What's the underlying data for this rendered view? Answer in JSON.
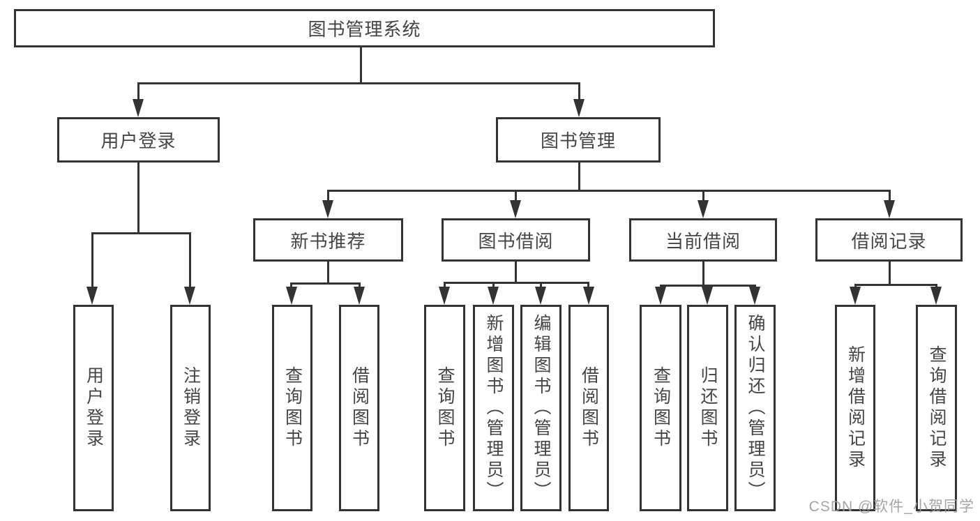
{
  "diagram": {
    "type": "tree",
    "root": "图书管理系统",
    "level2": [
      "用户登录",
      "图书管理"
    ],
    "level3": [
      "新书推荐",
      "图书借阅",
      "当前借阅",
      "借阅记录"
    ],
    "leaves": [
      "用户登录",
      "注销登录",
      "查询图书",
      "借阅图书",
      "查询图书",
      "新增图书（管理员）",
      "编辑图书（管理员）",
      "借阅图书",
      "查询图书",
      "归还图书",
      "确认归还（管理员）",
      "新增借阅记录",
      "查询借阅记录"
    ],
    "edges": [
      {
        "from": "图书管理系统",
        "to": [
          "用户登录",
          "图书管理"
        ]
      },
      {
        "from": "用户登录",
        "to": [
          "用户登录",
          "注销登录"
        ]
      },
      {
        "from": "图书管理",
        "to": [
          "新书推荐",
          "图书借阅",
          "当前借阅",
          "借阅记录"
        ]
      },
      {
        "from": "新书推荐",
        "to": [
          "查询图书",
          "借阅图书"
        ]
      },
      {
        "from": "图书借阅",
        "to": [
          "查询图书",
          "新增图书（管理员）",
          "编辑图书（管理员）",
          "借阅图书"
        ]
      },
      {
        "from": "当前借阅",
        "to": [
          "查询图书",
          "归还图书",
          "确认归还（管理员）"
        ]
      },
      {
        "from": "借阅记录",
        "to": [
          "新增借阅记录",
          "查询借阅记录"
        ]
      }
    ],
    "colors": {
      "line": "#333333",
      "text": "#454545",
      "background": "#ffffff",
      "watermark": "#9b9b9b"
    },
    "watermark": "CSDN @软件_小贺同学"
  }
}
